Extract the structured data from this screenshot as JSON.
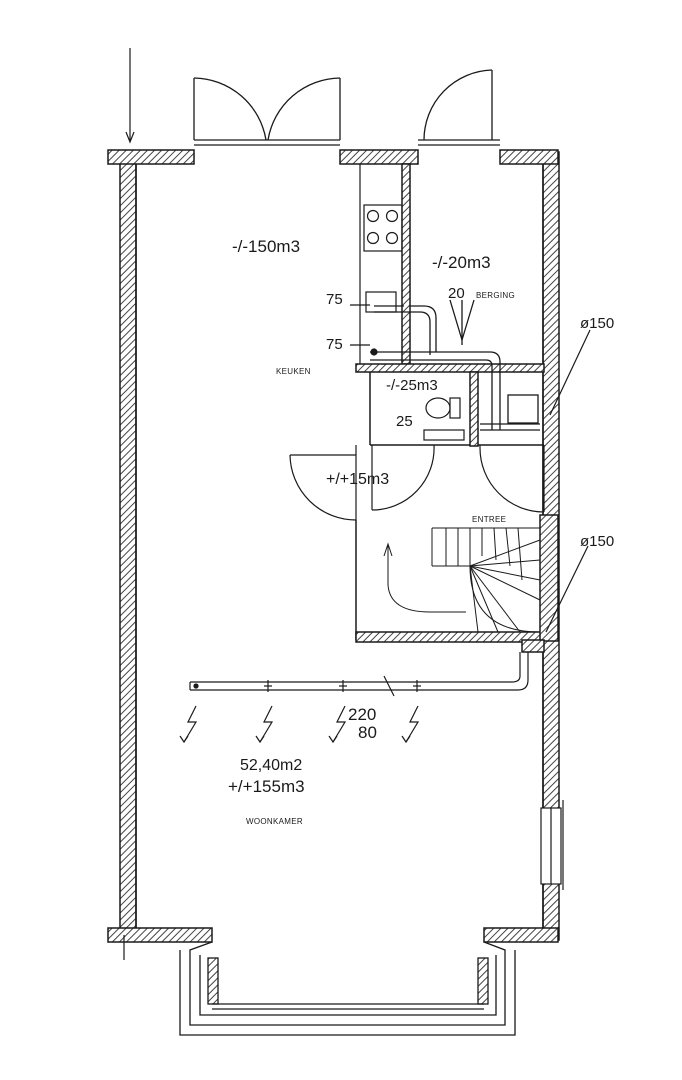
{
  "plan": {
    "rooms": {
      "kitchen": {
        "name": "KEUKEN",
        "volume": "-/-150m3"
      },
      "storage": {
        "name": "BERGING",
        "volume": "-/-20m3",
        "value": "20"
      },
      "toilet": {
        "volume": "-/-25m3",
        "value": "25"
      },
      "hall": {
        "name": "ENTREE",
        "volume": "+/+15m3"
      },
      "living": {
        "name": "WOONKAMER",
        "area": "52,40m2",
        "volume": "+/+155m3"
      }
    },
    "duct_labels": {
      "top": "ø150",
      "middle": "ø150"
    },
    "dimensions": {
      "kitchen_upper": "75",
      "kitchen_lower": "75",
      "heating_a": "220",
      "heating_b": "80"
    },
    "colors": {
      "line": "#1a1a1a",
      "hatch": "#555555",
      "paper": "#ffffff"
    }
  }
}
